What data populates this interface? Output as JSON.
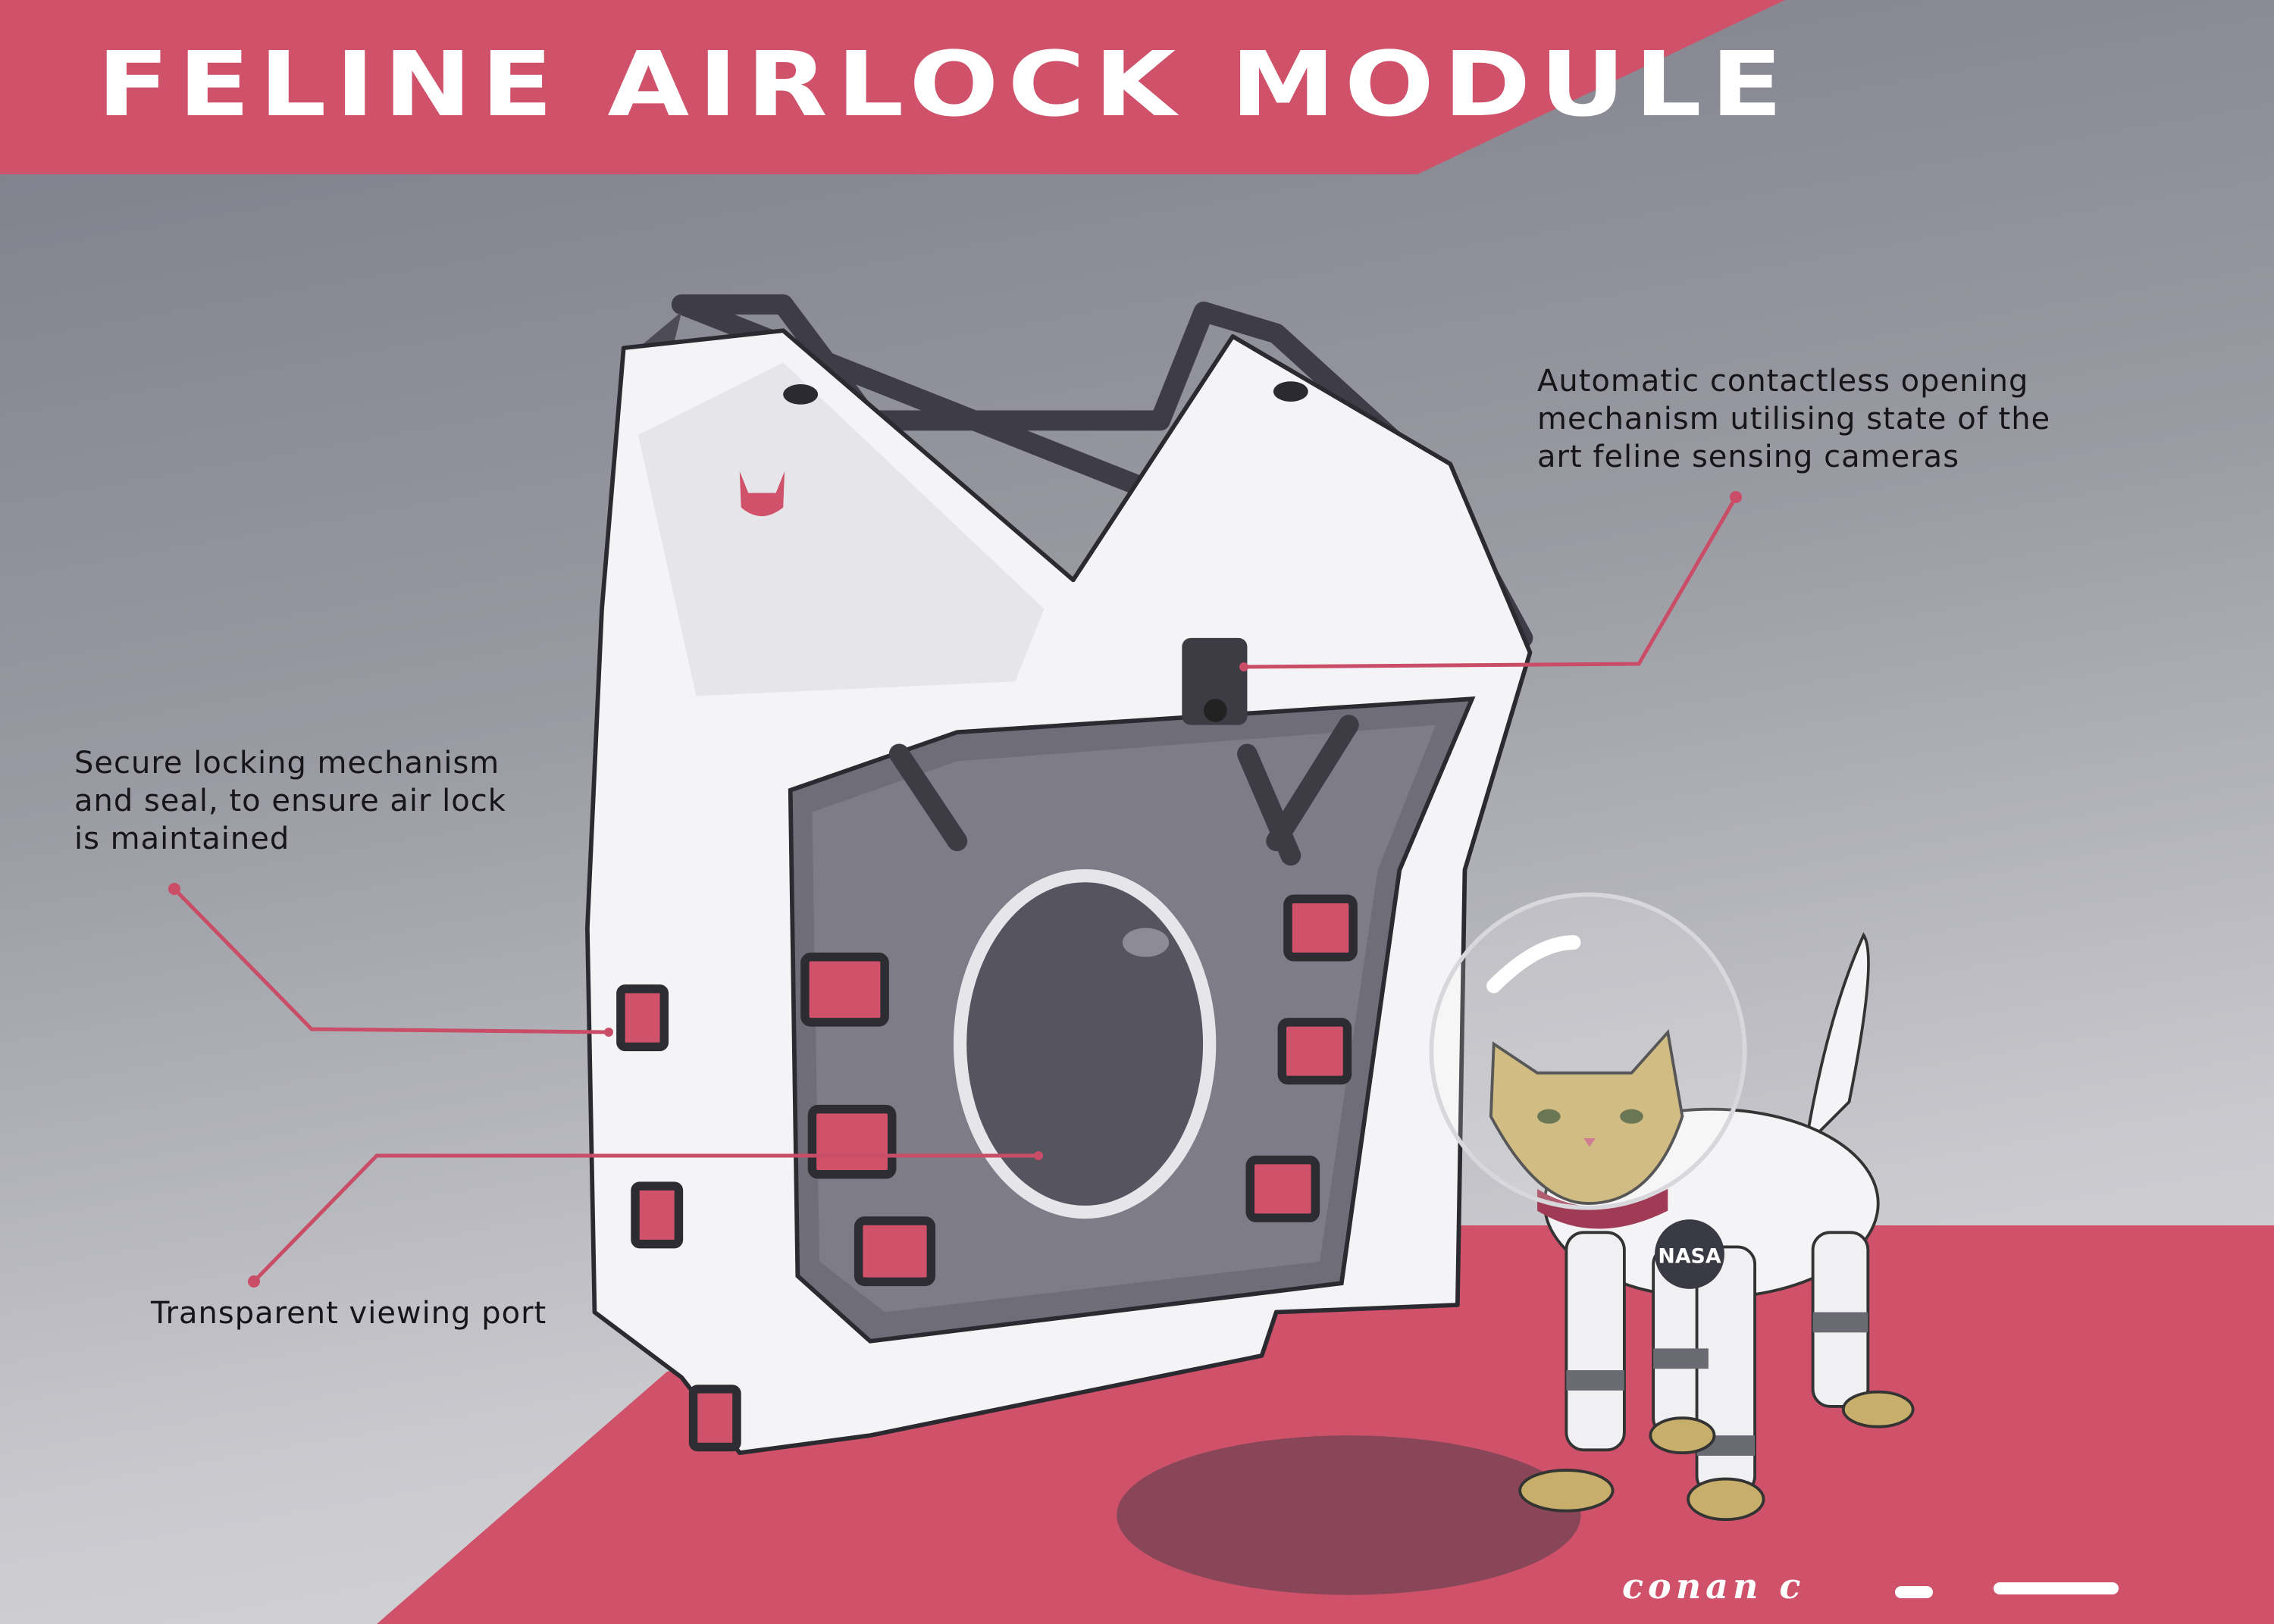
{
  "title": "FELINE AIRLOCK MODULE",
  "callouts": {
    "sensor": {
      "lines": [
        "Automatic contactless opening",
        "mechanism utilising state of the",
        "art feline sensing cameras"
      ]
    },
    "lock": {
      "lines": [
        "Secure locking mechanism",
        "and seal, to ensure air lock",
        "is maintained"
      ]
    },
    "port": {
      "lines": [
        "Transparent viewing port"
      ]
    }
  },
  "badge_logo": "NASA",
  "signature": "conan c",
  "colors": {
    "accent": "#D0526A",
    "background_top": "#7B7C87",
    "background_bottom": "#DCDCE0",
    "leader_line": "#C94D67"
  }
}
